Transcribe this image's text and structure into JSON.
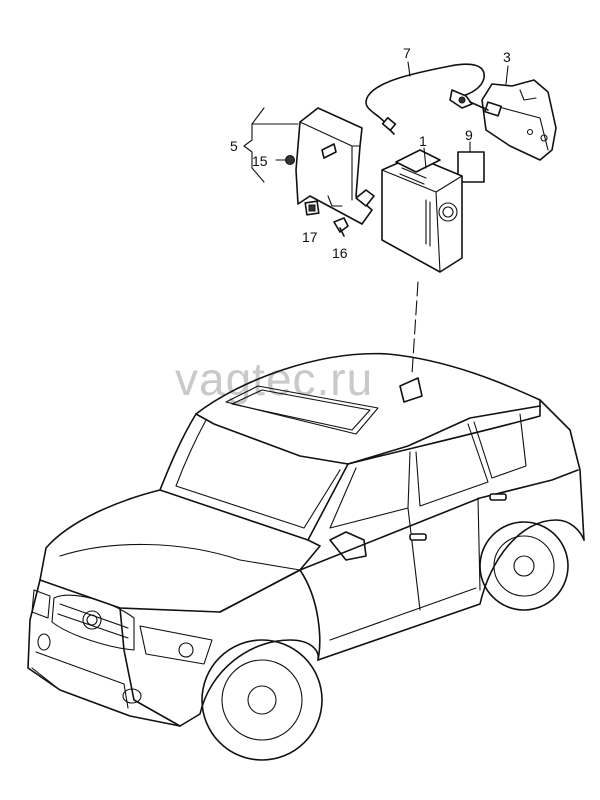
{
  "watermark": "vagtec.ru",
  "callouts": {
    "c1": "1",
    "c3": "3",
    "c5": "5",
    "c7": "7",
    "c9": "9",
    "c15": "15",
    "c16": "16",
    "c17": "17"
  },
  "colors": {
    "ink": "#111111",
    "watermark": "#c9c9c9",
    "background": "#ffffff"
  }
}
